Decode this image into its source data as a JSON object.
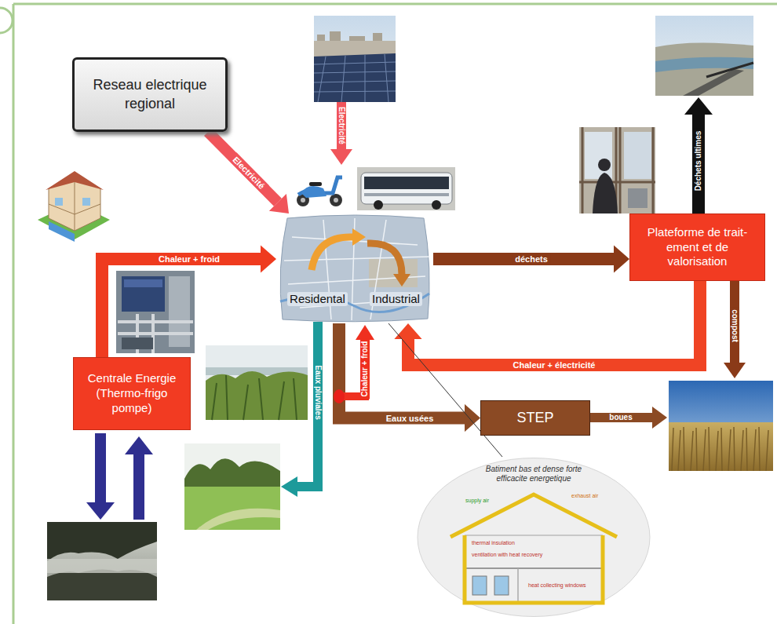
{
  "diagram": {
    "nodes": [
      {
        "text": [
          "Reseau electrique regional"
        ]
      },
      {
        "text": [
          "Residental",
          "Industrial"
        ]
      },
      {
        "text": [
          "Plateforme de trait- ement et de valorisation"
        ]
      },
      {
        "text": [
          "Centrale Energie (Thermo-frigo pompe)"
        ]
      },
      {
        "text": [
          "STEP"
        ]
      },
      {
        "text": [
          "Batiment bas et dense forte efficacite energetique"
        ]
      }
    ],
    "edges": [
      {
        "from": 0,
        "to": 1,
        "label": "Electricité",
        "arrow": "to"
      },
      {
        "from": 3,
        "to": 1,
        "label": "Chaleur + froid",
        "arrow": "to"
      },
      {
        "from": 1,
        "to": 2,
        "label": "déchets",
        "arrow": "to"
      },
      {
        "from": 2,
        "to": 1,
        "label": "Chaleur + électricité",
        "arrow": "to"
      },
      {
        "from": 1,
        "to": 4,
        "label": "Eaux usées",
        "arrow": "to"
      },
      {
        "from": 1,
        "to": 5,
        "arrow": "none"
      }
    ],
    "labels": [
      "Electricité",
      "Déchets ultimes",
      "Chaleur + froid",
      "Eaux pluviales",
      "compost",
      "boues",
      "supply air",
      "exhaust air",
      "thermal insulation",
      "ventilation with heat recovery",
      "heat collecting windows"
    ]
  }
}
